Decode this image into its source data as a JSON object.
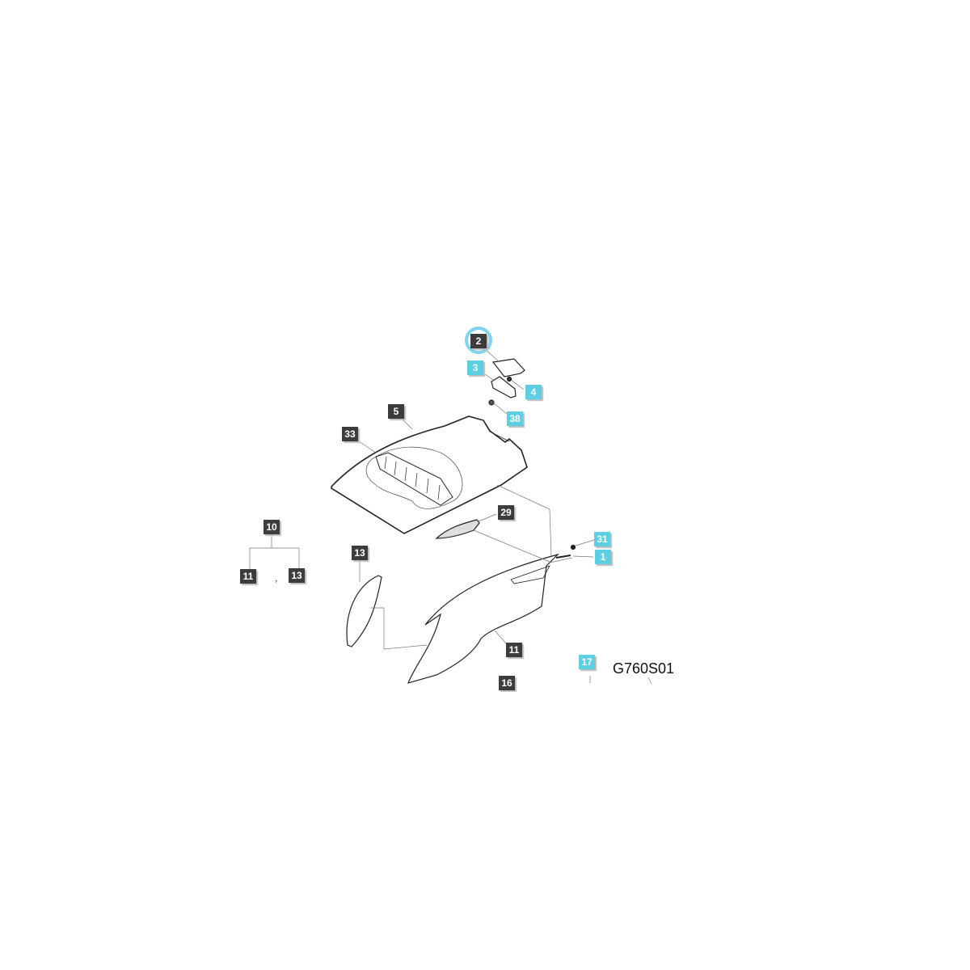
{
  "diagram_code": "G760S01",
  "colors": {
    "standard_label": "#3c3c3c",
    "highlight_label": "#5ccfe2",
    "selection_ring": "#7dd3f0"
  },
  "selected_part": "2",
  "callouts": [
    {
      "id": "2",
      "style": "dark"
    },
    {
      "id": "3",
      "style": "cyan"
    },
    {
      "id": "4",
      "style": "cyan"
    },
    {
      "id": "38",
      "style": "cyan"
    },
    {
      "id": "5",
      "style": "dark"
    },
    {
      "id": "33",
      "style": "dark"
    },
    {
      "id": "29",
      "style": "dark"
    },
    {
      "id": "31",
      "style": "cyan"
    },
    {
      "id": "1",
      "style": "cyan"
    },
    {
      "id": "13",
      "style": "dark"
    },
    {
      "id": "11",
      "style": "dark"
    },
    {
      "id": "17",
      "style": "cyan"
    },
    {
      "id": "16",
      "style": "dark"
    }
  ],
  "legend_tree": {
    "parent": "10",
    "children": [
      "11",
      "13"
    ],
    "separator": ","
  }
}
